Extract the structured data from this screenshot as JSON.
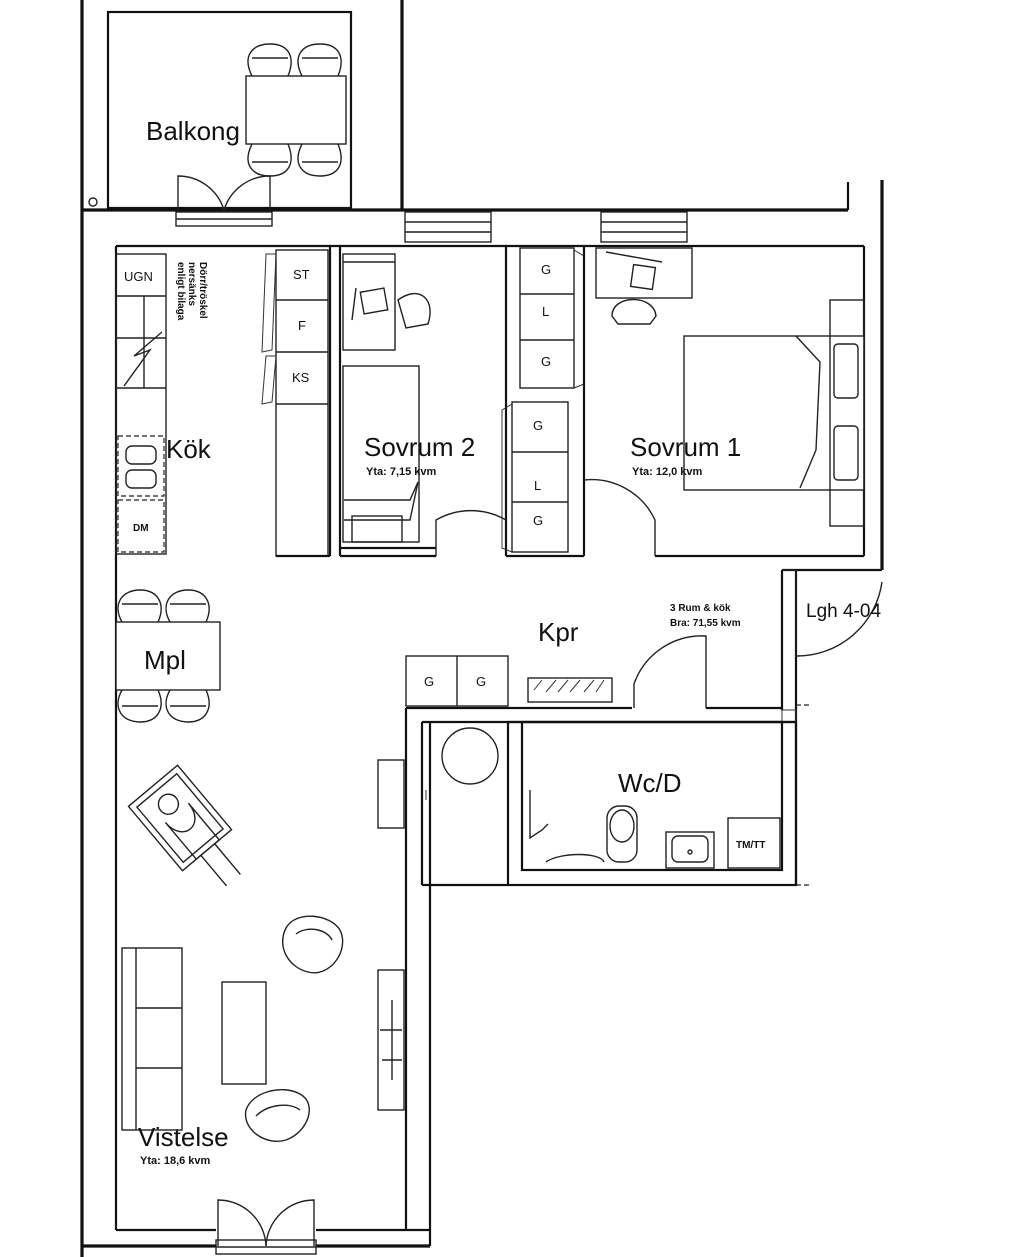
{
  "rooms": {
    "balkong": {
      "label": "Balkong"
    },
    "kok": {
      "label": "Kök"
    },
    "mpl": {
      "label": "Mpl"
    },
    "sovrum2": {
      "label": "Sovrum 2",
      "area": "Yta: 7,15 kvm"
    },
    "sovrum1": {
      "label": "Sovrum 1",
      "area": "Yta: 12,0 kvm"
    },
    "kpr": {
      "label": "Kpr"
    },
    "wcd": {
      "label": "Wc/D"
    },
    "vistelse": {
      "label": "Vistelse",
      "area": "Yta: 18,6 kvm"
    }
  },
  "apartment": {
    "id": "Lgh 4-04",
    "summary_line1": "3 Rum & kök",
    "summary_line2": "Bra: 71,55 kvm"
  },
  "kitchen_note": [
    "Dörr/tröskel",
    "nersänks",
    "enligt bilaga"
  ],
  "fixtures": {
    "ugn": "UGN",
    "dm": "DM",
    "st": "ST",
    "f": "F",
    "ks": "KS",
    "g": "G",
    "l": "L",
    "tmtt": "TM/TT"
  }
}
